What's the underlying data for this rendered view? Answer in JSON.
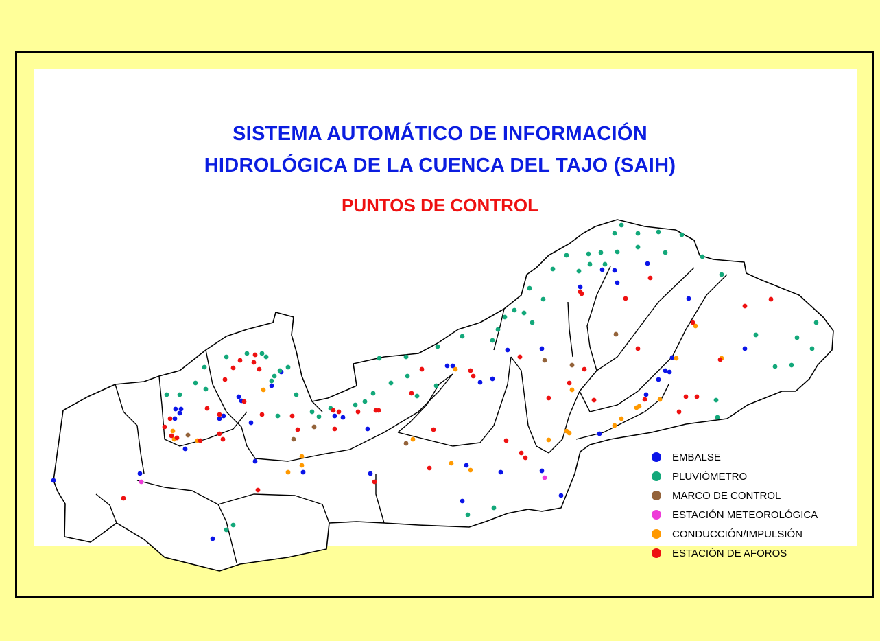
{
  "map": {
    "title_line1": "SISTEMA AUTOMÁTICO DE INFORMACIÓN",
    "title_line2": "HIDROLÓGICA DE LA CUENCA DEL TAJO (SAIH)",
    "subtitle": "PUNTOS DE CONTROL",
    "title_color": "#0b1de0",
    "subtitle_color": "#ee1111",
    "river_color": "#b8dcf2",
    "border_color": "#000000",
    "legend": [
      {
        "key": "embalse",
        "label": "EMBALSE",
        "color": "#0a14e8"
      },
      {
        "key": "pluviometro",
        "label": "PLUVIÓMETRO",
        "color": "#13a87a"
      },
      {
        "key": "marco",
        "label": "MARCO DE CONTROL",
        "color": "#94633a"
      },
      {
        "key": "meteo",
        "label": "ESTACIÓN METEOROLÓGICA",
        "color": "#ee3ad8"
      },
      {
        "key": "conduccion",
        "label": "CONDUCCIÓN/IMPULSIÓN",
        "color": "#ff9900"
      },
      {
        "key": "aforos",
        "label": "ESTACIÓN DE AFOROS",
        "color": "#ee1111"
      }
    ]
  }
}
